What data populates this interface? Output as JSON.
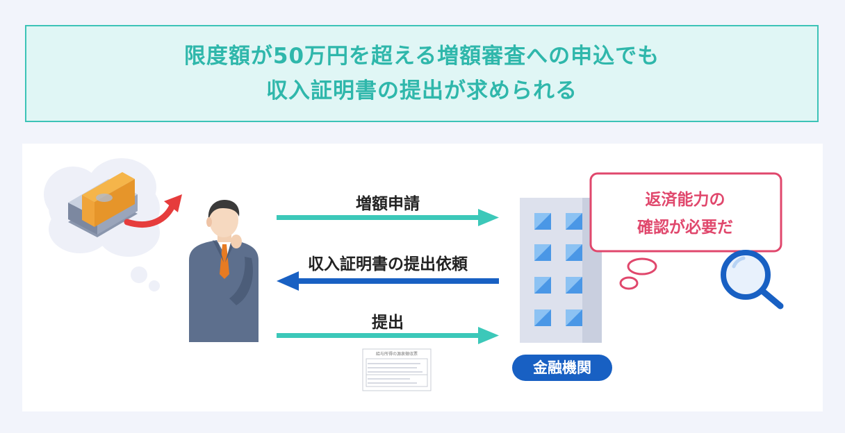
{
  "header": {
    "title_line1": "限度額が50万円を超える増額審査への申込でも",
    "title_line2": "収入証明書の提出が求められる"
  },
  "flow": {
    "request_label": "増額申請",
    "document_request_label": "収入証明書の提出依頼",
    "submit_label": "提出"
  },
  "bank": {
    "badge_label": "金融機関",
    "thought_line1": "返済能力の",
    "thought_line2": "確認が必要だ"
  },
  "document": {
    "title": "給与所得の源泉徴収票"
  },
  "colors": {
    "teal": "#2fb7ab",
    "blue": "#1860c3",
    "pink": "#e0476c"
  },
  "icons": [
    "money-stack-icon",
    "up-arrow-icon",
    "businessman-icon",
    "building-icon",
    "magnifier-icon",
    "document-icon"
  ]
}
